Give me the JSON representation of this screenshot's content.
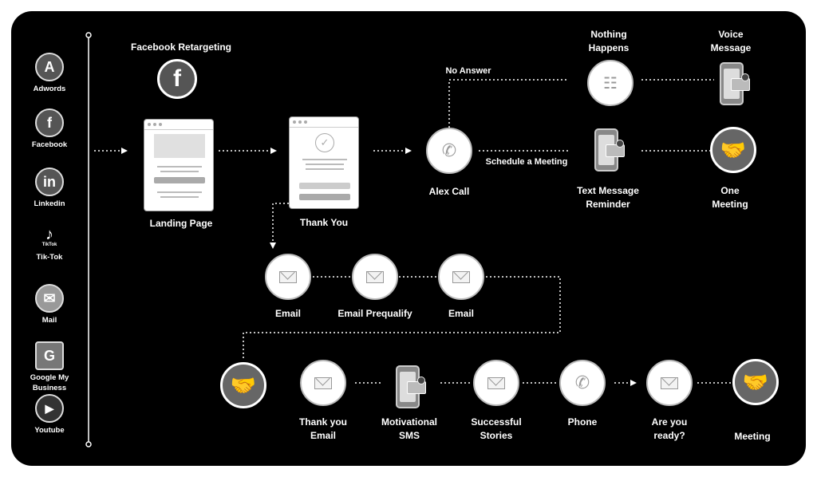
{
  "sidebar": {
    "items": [
      {
        "label": "Adwords",
        "icon": "adwords-icon",
        "glyph": "A"
      },
      {
        "label": "Facebook",
        "icon": "facebook-icon",
        "glyph": "f"
      },
      {
        "label": "Linkedin",
        "icon": "linkedin-icon",
        "glyph": "in"
      },
      {
        "label": "Tik-Tok",
        "icon": "tiktok-icon",
        "glyph": "♪",
        "sub": "TikTok"
      },
      {
        "label": "Mail",
        "icon": "mail-icon",
        "glyph": "✉"
      },
      {
        "label": "Google My\nBusiness",
        "icon": "google-my-business-icon",
        "glyph": "G"
      },
      {
        "label": "Youtube",
        "icon": "youtube-icon",
        "glyph": "▶"
      }
    ]
  },
  "flow": {
    "retargeting": "Facebook Retargeting",
    "landing": "Landing Page",
    "thank_you": "Thank You",
    "call": "Alex Call",
    "no_answer": "No Answer",
    "schedule": "Schedule a Meeting",
    "nothing": "Nothing\nHappens",
    "voice": "Voice\nMessage",
    "text_reminder": "Text Message\nReminder",
    "one_meeting": "One\nMeeting",
    "email1": "Email",
    "email_prequalify": "Email Prequalify",
    "email2": "Email",
    "thank_you_email": "Thank you\nEmail",
    "motivational": "Motivational\nSMS",
    "stories": "Successful\nStories",
    "phone": "Phone",
    "ready": "Are you\nready?",
    "meeting": "Meeting"
  }
}
